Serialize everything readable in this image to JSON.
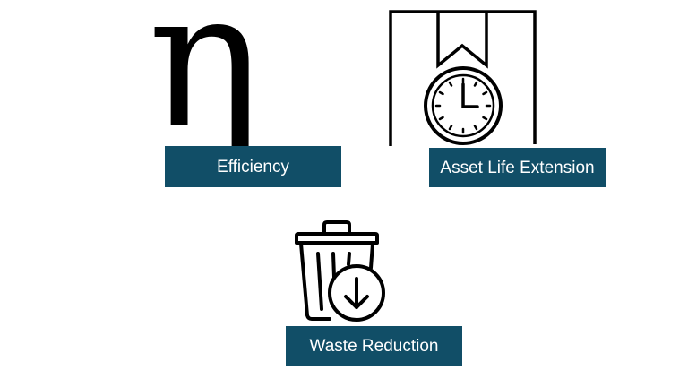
{
  "colors": {
    "label_background": "#114e67",
    "label_text": "#ffffff",
    "icon_stroke": "#000000"
  },
  "items": [
    {
      "label": "Efficiency",
      "icon": "eta-greek-letter-icon",
      "glyph": "η"
    },
    {
      "label": "Asset Life Extension",
      "icon": "box-with-clock-icon"
    },
    {
      "label": "Waste Reduction",
      "icon": "trash-bin-down-arrow-icon"
    }
  ]
}
